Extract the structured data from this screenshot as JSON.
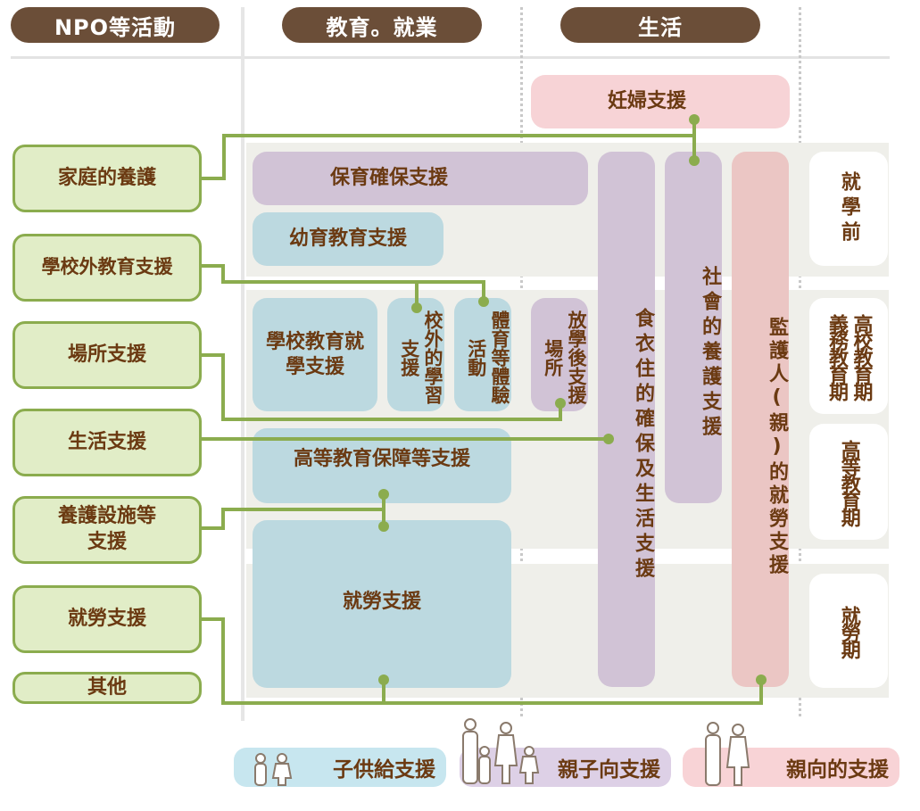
{
  "headers": {
    "npo": "NPO等活動",
    "education": "教育。就業",
    "life": "生活"
  },
  "left_items": [
    {
      "id": "family-care",
      "label": "家庭的養護"
    },
    {
      "id": "extra-school",
      "label": "學校外教育支援"
    },
    {
      "id": "place",
      "label": "場所支援"
    },
    {
      "id": "life",
      "label": "生活支援"
    },
    {
      "id": "facility",
      "label": "養護設施等支援"
    },
    {
      "id": "employment",
      "label": "就勞支援"
    },
    {
      "id": "other",
      "label": "其他"
    }
  ],
  "boxes": {
    "pregnant": "妊婦支援",
    "childcare_secure": "保育確保支援",
    "preschool_edu": "幼育教育支援",
    "school_enroll": "學校教育就學支援",
    "out_school_learning": "校外的學習支援",
    "experience_activity": "體育等體驗活動",
    "after_school_place": "放學後支援場所",
    "higher_edu": "高等教育保障等支援",
    "employment": "就勞支援",
    "food_clothing_housing": "食衣住的確保及生活支援",
    "social_care": "社會的養護支援",
    "guardian_employment": "監護人(親)的就勞支援"
  },
  "stages": {
    "preschool": "就學前",
    "compulsory": "義務教育期",
    "high_school": "高校教育期",
    "higher_edu": "高等教育期",
    "working": "就勞期"
  },
  "legend": [
    {
      "id": "child",
      "label": "子供給支援",
      "color": "#c7e6ef"
    },
    {
      "id": "parent-child",
      "label": "親子向支援",
      "color": "#ddd0e6"
    },
    {
      "id": "parent",
      "label": "親向的支援",
      "color": "#f8d3d6"
    }
  ],
  "colors": {
    "header": "#6b4e38",
    "connector": "#8bac4e",
    "text": "#6b3a12"
  }
}
